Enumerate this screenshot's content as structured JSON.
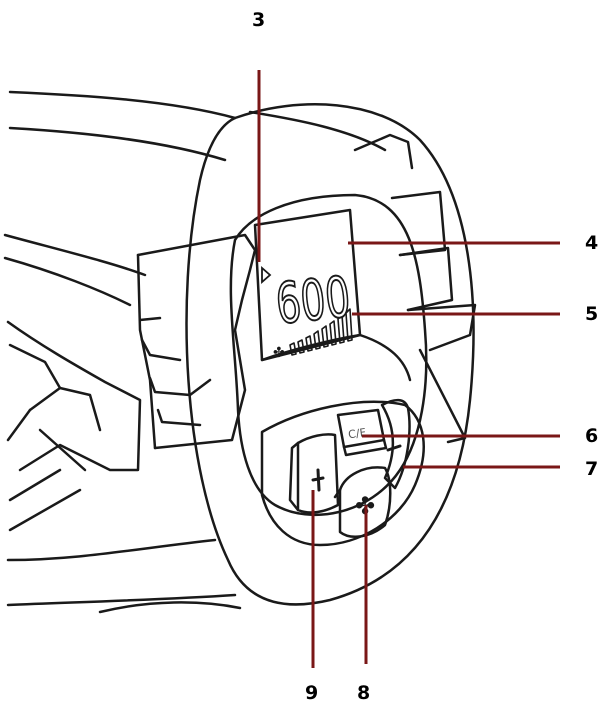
{
  "display": {
    "temperature": "600",
    "unit_button": "C/F"
  },
  "callouts": [
    {
      "id": "3",
      "label": "3"
    },
    {
      "id": "4",
      "label": "4"
    },
    {
      "id": "5",
      "label": "5"
    },
    {
      "id": "6",
      "label": "6"
    },
    {
      "id": "7",
      "label": "7"
    },
    {
      "id": "8",
      "label": "8"
    },
    {
      "id": "9",
      "label": "9"
    }
  ],
  "colors": {
    "leader_line": "#7a1717",
    "outline": "#1a1a1a"
  }
}
